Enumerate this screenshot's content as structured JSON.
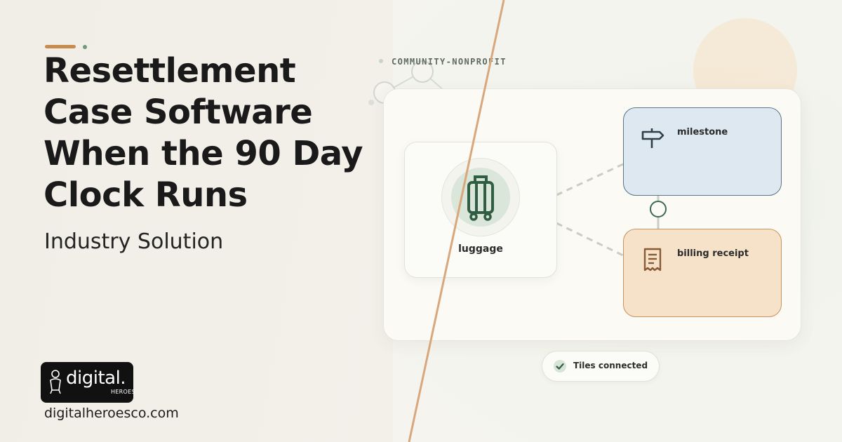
{
  "hero": {
    "title": "Resettlement Case Software When the 90 Day Clock Runs",
    "subtitle": "Industry Solution"
  },
  "brand": {
    "logo_word": "digital.",
    "logo_sub": "HEROES.",
    "website": "digitalheroesco.com"
  },
  "diagram": {
    "eyebrow": "COMMUNITY-NONPROFIT",
    "main_tile": {
      "label": "luggage",
      "icon": "luggage-icon"
    },
    "tiles": [
      {
        "label": "milestone",
        "icon": "signpost-icon"
      },
      {
        "label": "billing receipt",
        "icon": "receipt-icon"
      }
    ],
    "status": {
      "text": "Tiles connected",
      "icon": "check-icon"
    }
  },
  "colors": {
    "accent_orange": "#c98a4e",
    "accent_green": "#3c6a4e",
    "tile_blue": "#dde8f0",
    "tile_orange": "#f6e2c9"
  }
}
